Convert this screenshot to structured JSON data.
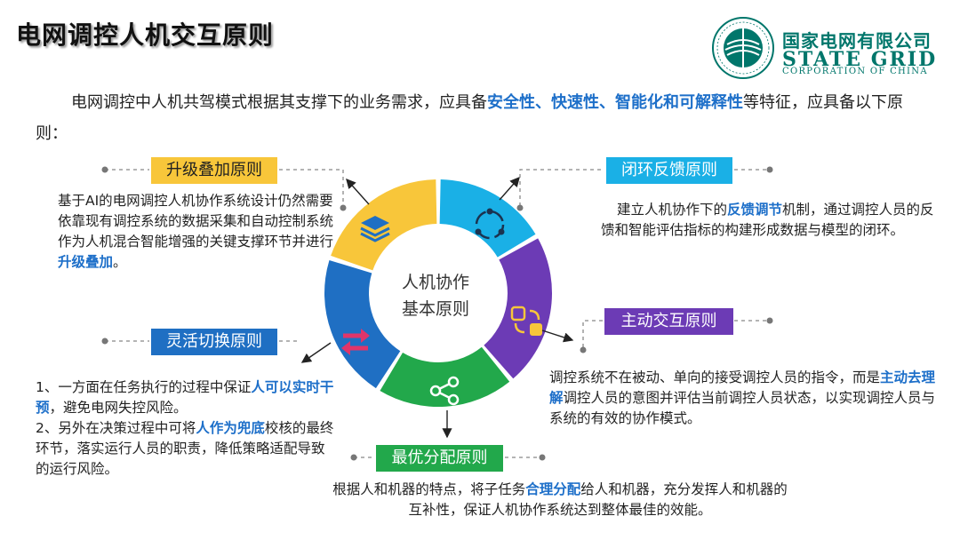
{
  "title": "电网调控人机交互原则",
  "logo": {
    "cn": "国家电网有限公司",
    "en_main": "STATE GRID",
    "en_sub": "CORPORATION OF CHINA"
  },
  "intro": {
    "part1": "电网调控中人机共驾模式根据其支撑下的业务需求，应具备",
    "highlight": "安全性、快速性、智能化和可解释性",
    "part2": "等特征，应具备以下原则："
  },
  "center": {
    "line1": "人机协作",
    "line2": "基本原则"
  },
  "principles": {
    "upgrade": {
      "label": "升级叠加原则",
      "text1": "基于AI的电网调控人机协作系统设计仍然需要依靠现有调控系统的数据采集和自动控制系统作为人机混合智能增强的关键支撑环节并进行",
      "highlight": "升级叠加",
      "text2": "。",
      "color": "#f8c63a"
    },
    "closedloop": {
      "label": "闭环反馈原则",
      "text1": "建立人机协作下的",
      "highlight": "反馈调节",
      "text2": "机制，通过调控人员的反馈和智能评估指标的构建形成数据与模型的闭环。",
      "color": "#1ab0e6"
    },
    "active": {
      "label": "主动交互原则",
      "text1": "调控系统不在被动、单向的接受调控人员的指令，而是",
      "highlight": "主动去理解",
      "text2": "调控人员的意图并评估当前调控人员状态，以实现调控人员与系统的有效的协作模式。",
      "color": "#6c3bb5"
    },
    "flexible": {
      "label": "灵活切换原则",
      "item1_a": "1、一方面在任务执行的过程中保证",
      "item1_hl": "人可以实时干预",
      "item1_b": "，避免电网失控风险。",
      "item2_a": "2、另外在决策过程中可将",
      "item2_hl": "人作为兜底",
      "item2_b": "校核的最终环节，落实运行人员的职责，降低策略适配导致的运行风险。",
      "color": "#1f6fc3"
    },
    "optimal": {
      "label": "最优分配原则",
      "text1": "根据人和机器的特点，将子任务",
      "highlight": "合理分配",
      "text2": "给人和机器，充分发挥人和机器的互补性，保证人机协作系统达到整体最佳的效能。",
      "color": "#22a84b"
    }
  },
  "icons": {
    "upgrade": "layers-icon",
    "closedloop": "cycle-icon",
    "active": "swap-squares-icon",
    "flexible": "switch-arrows-icon",
    "optimal": "share-icon"
  }
}
